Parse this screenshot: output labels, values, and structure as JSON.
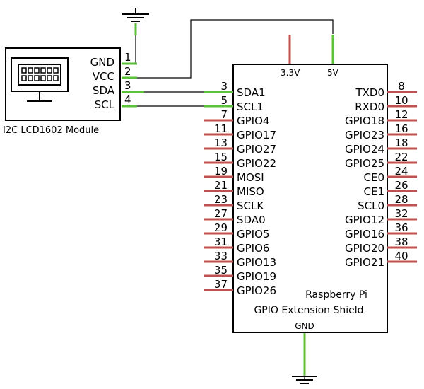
{
  "module": {
    "caption": "I2C LCD1602 Module",
    "pins": [
      {
        "num": "1",
        "name": "GND"
      },
      {
        "num": "2",
        "name": "VCC"
      },
      {
        "num": "3",
        "name": "SDA"
      },
      {
        "num": "4",
        "name": "SCL"
      }
    ]
  },
  "shield": {
    "line1": "Raspberry Pi",
    "line2": "GPIO Extension Shield",
    "power_3v3": "3.3V",
    "power_5v": "5V",
    "gnd": "GND",
    "left_pins": [
      {
        "num": "3",
        "name": "SDA1"
      },
      {
        "num": "5",
        "name": "SCL1"
      },
      {
        "num": "7",
        "name": "GPIO4"
      },
      {
        "num": "11",
        "name": "GPIO17"
      },
      {
        "num": "13",
        "name": "GPIO27"
      },
      {
        "num": "15",
        "name": "GPIO22"
      },
      {
        "num": "19",
        "name": "MOSI"
      },
      {
        "num": "21",
        "name": "MISO"
      },
      {
        "num": "23",
        "name": "SCLK"
      },
      {
        "num": "27",
        "name": "SDA0"
      },
      {
        "num": "29",
        "name": "GPIO5"
      },
      {
        "num": "31",
        "name": "GPIO6"
      },
      {
        "num": "33",
        "name": "GPIO13"
      },
      {
        "num": "35",
        "name": "GPIO19"
      },
      {
        "num": "37",
        "name": "GPIO26"
      }
    ],
    "right_pins": [
      {
        "num": "8",
        "name": "TXD0"
      },
      {
        "num": "10",
        "name": "RXD0"
      },
      {
        "num": "12",
        "name": "GPIO18"
      },
      {
        "num": "16",
        "name": "GPIO23"
      },
      {
        "num": "18",
        "name": "GPIO24"
      },
      {
        "num": "22",
        "name": "GPIO25"
      },
      {
        "num": "24",
        "name": "CE0"
      },
      {
        "num": "26",
        "name": "CE1"
      },
      {
        "num": "28",
        "name": "SCL0"
      },
      {
        "num": "32",
        "name": "GPIO12"
      },
      {
        "num": "36",
        "name": "GPIO16"
      },
      {
        "num": "38",
        "name": "GPIO20"
      },
      {
        "num": "40",
        "name": "GPIO21"
      }
    ]
  },
  "colors": {
    "wire": "#000000",
    "connected": "#5cc23a",
    "unconnected": "#c0504d"
  }
}
